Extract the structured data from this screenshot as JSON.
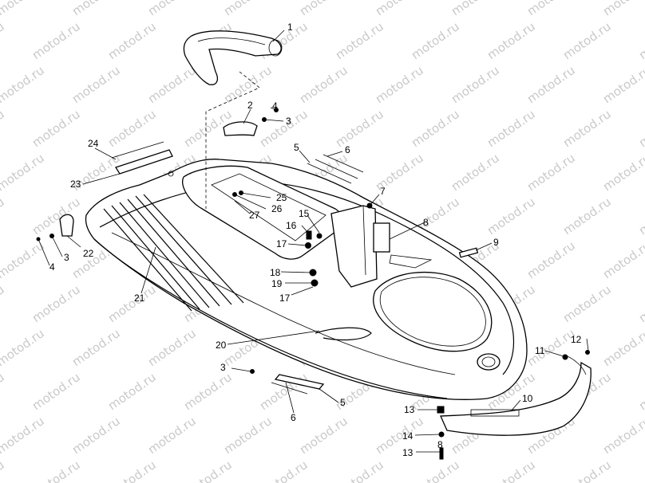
{
  "watermark": "motod.ru",
  "callouts": [
    "1",
    "2",
    "3",
    "4",
    "5",
    "6",
    "7",
    "8",
    "9",
    "10",
    "11",
    "12",
    "13",
    "14",
    "15",
    "16",
    "17",
    "18",
    "19",
    "20",
    "21",
    "22",
    "23",
    "24",
    "25",
    "26",
    "27"
  ]
}
